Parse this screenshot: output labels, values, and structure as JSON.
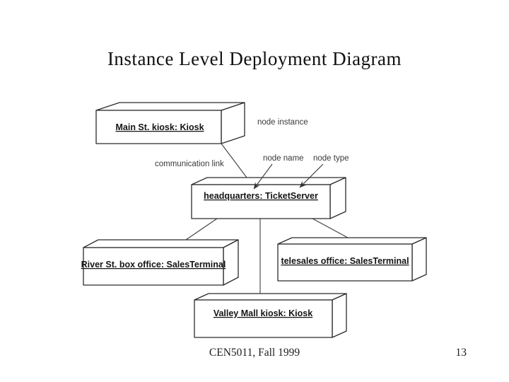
{
  "slide": {
    "title": "Instance Level Deployment Diagram",
    "footer_left": "CEN5011, Fall 1999",
    "page_number": "13"
  },
  "diagram": {
    "type": "uml-deployment-instance",
    "nodes": [
      {
        "name": "Main St. kiosk",
        "node_type": "Kiosk",
        "label": "Main St. kiosk: Kiosk"
      },
      {
        "name": "headquarters",
        "node_type": "TicketServer",
        "label": "headquarters: TicketServer"
      },
      {
        "name": "River St. box office",
        "node_type": "SalesTerminal",
        "label": "River St. box office: SalesTerminal"
      },
      {
        "name": "telesales office",
        "node_type": "SalesTerminal",
        "label": "telesales office: SalesTerminal"
      },
      {
        "name": "Valley Mall kiosk",
        "node_type": "Kiosk",
        "label": "Valley Mall kiosk: Kiosk"
      }
    ],
    "annotations": {
      "node_instance": "node instance",
      "node_name": "node name",
      "node_type": "node type",
      "communication_link": "communication link"
    },
    "edges": [
      {
        "from": "Main St. kiosk",
        "to": "headquarters"
      },
      {
        "from": "headquarters",
        "to": "River St. box office"
      },
      {
        "from": "headquarters",
        "to": "Valley Mall kiosk"
      },
      {
        "from": "headquarters",
        "to": "telesales office"
      }
    ],
    "colors": {
      "ink": "#2b2b2b",
      "annotation": "#3a3a3a",
      "background": "#ffffff"
    }
  }
}
